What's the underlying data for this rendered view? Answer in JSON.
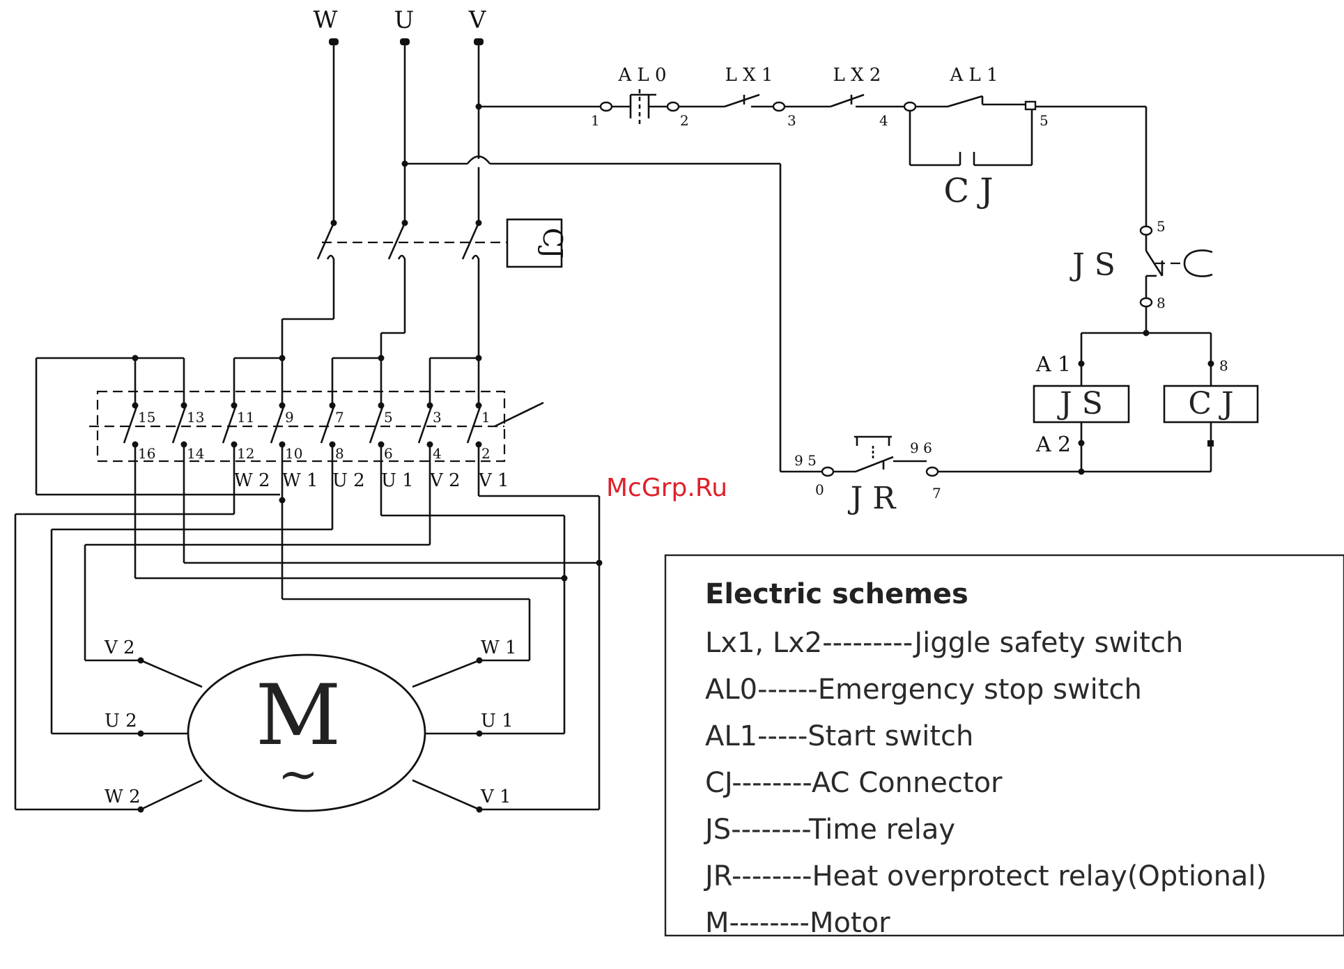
{
  "supply_terminals": [
    "W",
    "U",
    "V"
  ],
  "control_circuit": {
    "al0_label": "A L 0",
    "lx1_label": "L X 1",
    "lx2_label": "L X 2",
    "al1_label": "A L 1",
    "cj_hold_label": "C J",
    "node_numbers": [
      "1",
      "2",
      "3",
      "4",
      "5"
    ],
    "js_contact_label": "J S",
    "js_top_node": "5",
    "js_bottom_node": "8",
    "coil_js_label": "J S",
    "coil_cj_label": "C J",
    "a1_label": "A 1",
    "a2_label": "A 2",
    "coil_cj_node": "8",
    "jr_label": "J R",
    "jr_left_top": "9 5",
    "jr_left_bottom": "0",
    "jr_right_top": "9 6",
    "jr_right_bottom": "7"
  },
  "main_contactor_label": "CJ",
  "switch_block": {
    "top_numbers": [
      "15",
      "13",
      "11",
      "9",
      "7",
      "5",
      "3",
      "1"
    ],
    "bottom_numbers": [
      "16",
      "14",
      "12",
      "10",
      "8",
      "6",
      "4",
      "2"
    ],
    "phase_labels": [
      "W 2",
      "W 1",
      "U 2",
      "U 1",
      "V 2",
      "V 1"
    ]
  },
  "motor": {
    "symbol": "M",
    "ac_symbol": "~",
    "left_terminals": [
      "V 2",
      "U 2",
      "W 2"
    ],
    "right_terminals": [
      "W 1",
      "U 1",
      "V 1"
    ]
  },
  "watermark": "McGrp.Ru",
  "legend": {
    "title": "Electric schemes",
    "items": [
      "Lx1, Lx2---------Jiggle safety switch",
      "AL0------Emergency stop switch",
      "AL1-----Start switch",
      "CJ--------AC Connector",
      "JS--------Time relay",
      "JR--------Heat overprotect relay(Optional)",
      "M--------Motor"
    ]
  }
}
